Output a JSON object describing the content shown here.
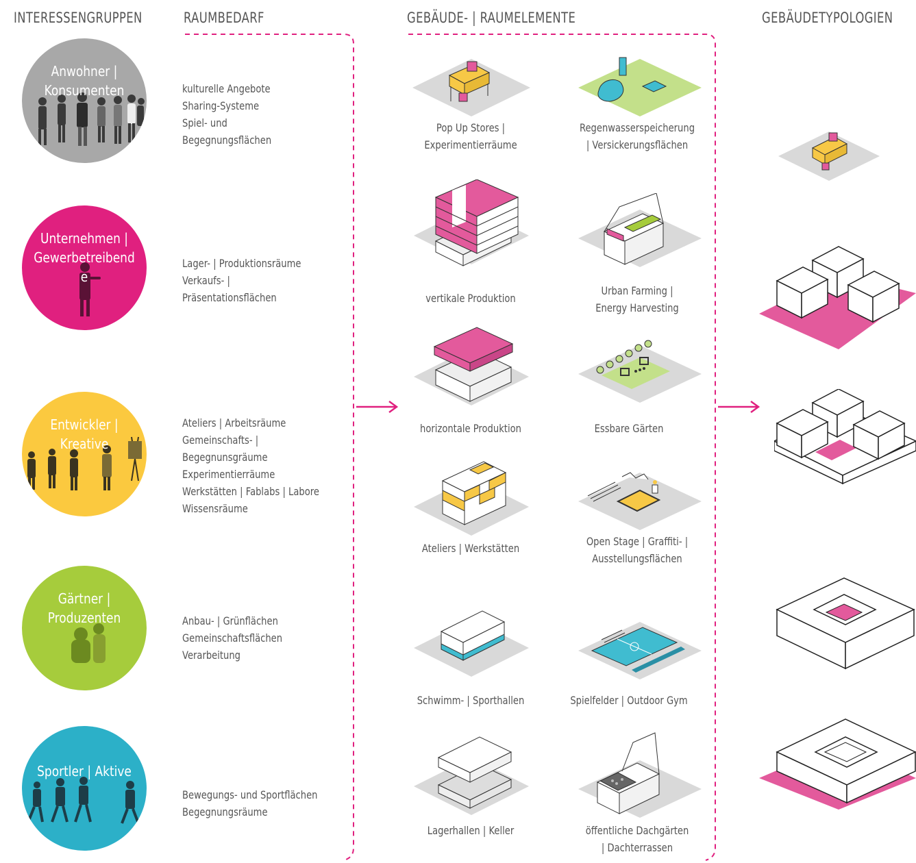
{
  "headers": {
    "stakeholders": "INTERESSENGRUPPEN",
    "space_needs": "RAUMBEDARF",
    "elements": "GEBÄUDE- | RAUMELEMENTE",
    "typologies": "GEBÄUDETYPOLOGIEN"
  },
  "colors": {
    "magenta": "#e0207f",
    "grey": "#a8a8a8",
    "yellow": "#fbc93f",
    "green": "#a6cc3c",
    "cyan": "#2cb0c8",
    "pink_fill": "#e35a9c",
    "yellow_fill": "#f7c846",
    "cyan_fill": "#40bcd0",
    "light_green": "#c3e08a"
  },
  "groups": [
    {
      "line1": "Anwohner |",
      "line2": "Konsumenten",
      "line3": "",
      "needs": [
        "kulturelle Angebote",
        "Sharing-Systeme",
        "Spiel- und",
        "Begegnungsflächen"
      ]
    },
    {
      "line1": "Unternehmen |",
      "line2": "Gewerbetreibend",
      "line3": "e",
      "needs": [
        "Lager- | Produktionsräume",
        "Verkaufs- |",
        "Präsentationsflächen"
      ]
    },
    {
      "line1": "Entwickler |",
      "line2": "Kreative",
      "line3": "",
      "needs": [
        "Ateliers | Arbeitsräume",
        "Gemeinschafts- |",
        "Begegnunsgräume",
        "Experimentierräume",
        "Werkstätten | Fablabs | Labore",
        "Wissensräume"
      ]
    },
    {
      "line1": "Gärtner |",
      "line2": "Produzenten",
      "line3": "",
      "needs": [
        "Anbau- | Grünflächen",
        "Gemeinschaftsflächen",
        "Verarbeitung"
      ]
    },
    {
      "line1": "Sportler | Aktive",
      "line2": "",
      "line3": "",
      "needs": [
        "Bewegungs- und Sportflächen",
        "Begegnungsräume"
      ]
    }
  ],
  "elements": [
    {
      "name": "pop-up-stores",
      "line1": "Pop Up Stores |",
      "line2": "Experimentierräume"
    },
    {
      "name": "regenwasser",
      "line1": "Regenwasserspeicherung",
      "line2": "| Versickerungsflächen"
    },
    {
      "name": "vertikale-produktion",
      "line1": "vertikale Produktion",
      "line2": ""
    },
    {
      "name": "urban-farming",
      "line1": "Urban Farming |",
      "line2": "Energy Harvesting"
    },
    {
      "name": "horizontale-produktion",
      "line1": "horizontale Produktion",
      "line2": ""
    },
    {
      "name": "essbare-gaerten",
      "line1": "Essbare Gärten",
      "line2": ""
    },
    {
      "name": "ateliers",
      "line1": "Ateliers | Werkstätten",
      "line2": ""
    },
    {
      "name": "open-stage",
      "line1": "Open Stage | Graffiti- |",
      "line2": "Ausstellungsflächen"
    },
    {
      "name": "schwimmhallen",
      "line1": "Schwimm- | Sporthallen",
      "line2": ""
    },
    {
      "name": "spielfelder",
      "line1": "Spielfelder | Outdoor Gym",
      "line2": ""
    },
    {
      "name": "lagerhallen",
      "line1": "Lagerhallen | Keller",
      "line2": ""
    },
    {
      "name": "dachgaerten",
      "line1": "öffentliche Dachgärten",
      "line2": "| Dachterrassen"
    }
  ]
}
